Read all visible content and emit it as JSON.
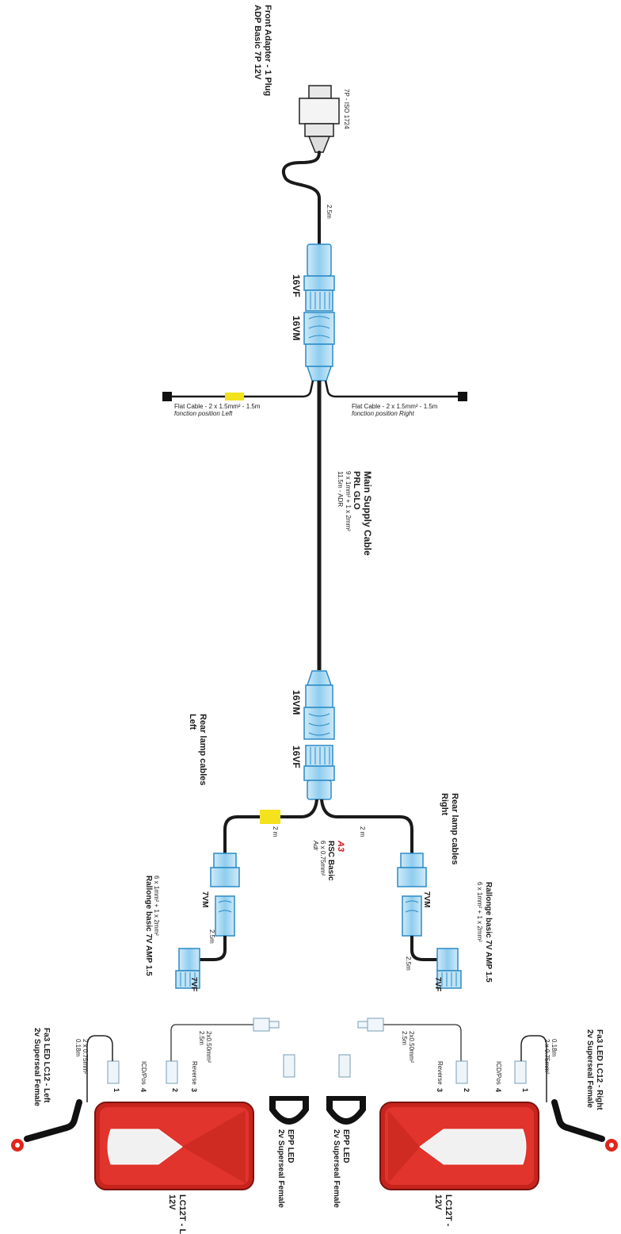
{
  "front_adapter": {
    "title": "Front Adapter - 1 Plug",
    "subtitle": "ADP Basic 7P 12V",
    "plug_label": "7P - ISO 1724",
    "cable_length": "2.5m"
  },
  "connectors": {
    "top_female": "16VF",
    "top_male": "16VM",
    "bottom_male": "16VM",
    "bottom_female": "16VF",
    "left_male": "7VM",
    "right_male": "7VM",
    "left_female": "7VF",
    "right_female": "7VF"
  },
  "flat_cables": {
    "left": {
      "label": "Flat Cable - 2 x 1.5mm² - 1.5m",
      "note": "fonction position Left"
    },
    "right": {
      "label": "Flat Cable - 2 x 1.5mm² - 1.5m",
      "note": "fonction position Right"
    }
  },
  "main_cable": {
    "title": "Main Supply Cable",
    "subtitle": "PRL GLO",
    "spec": "9 x 1mm² + 1 x 2mm²",
    "length": "11.5m - ADR"
  },
  "rear_lamp_cables": {
    "left_title": "Rear lamp cables",
    "left_side": "Left",
    "right_title": "Rear lamp cables",
    "right_side": "Right",
    "left_length": "2 m",
    "right_length": "2 m",
    "badge": "A3",
    "name": "RSC Basic",
    "spec": "6 x 0.75mm²",
    "note": "Adr"
  },
  "rallonge": {
    "left_title": "Rallonge basic 7V AMP 1.5",
    "left_spec": "6 x 1mm² + 1 x 2mm²",
    "left_length": "2.5m",
    "right_title": "Rallonge basic 7V AMP 1.5",
    "right_spec": "6 x 1mm² + 1 x 2mm²",
    "right_length": "2.5m"
  },
  "lamp_branches": {
    "left_reverse_cable": "2x0.50mm²",
    "left_reverse_length": "2.5m",
    "right_reverse_cable": "2x0.50mm²",
    "right_reverse_length": "2.5m",
    "left_marker_cable": "2 x 0.75mm²",
    "left_marker_length": "0.18m",
    "right_marker_cable": "2 x 0.75mm²",
    "right_marker_length": "0.18m",
    "icd_pos": "ICD/Pos",
    "reverse": "Reverse",
    "pin1": "1",
    "pin2": "2",
    "pin3": "3",
    "pin4": "4"
  },
  "marker_lamps": {
    "left": {
      "title": "Fa3 LED LC12 - Left",
      "connector": "2v Superseal Female"
    },
    "right": {
      "title": "Fa3 LED LC12 - Right",
      "connector": "2v Superseal Female"
    }
  },
  "plate_lamps": {
    "left": {
      "title": "EPP LED",
      "connector": "2v Superseal Female"
    },
    "right": {
      "title": "EPP LED",
      "connector": "2v Superseal Female"
    }
  },
  "tail_lamps": {
    "left": {
      "title": "LC12T - L",
      "voltage": "12V"
    },
    "right": {
      "title": "LC12T -",
      "voltage": "12V"
    }
  },
  "colors": {
    "cable": "#1a1a1a",
    "connector_blue": "#4aa8dc",
    "flag_yellow": "#f3e21c",
    "lamp_red": "#d12b22",
    "accent_red": "#d2161e"
  }
}
